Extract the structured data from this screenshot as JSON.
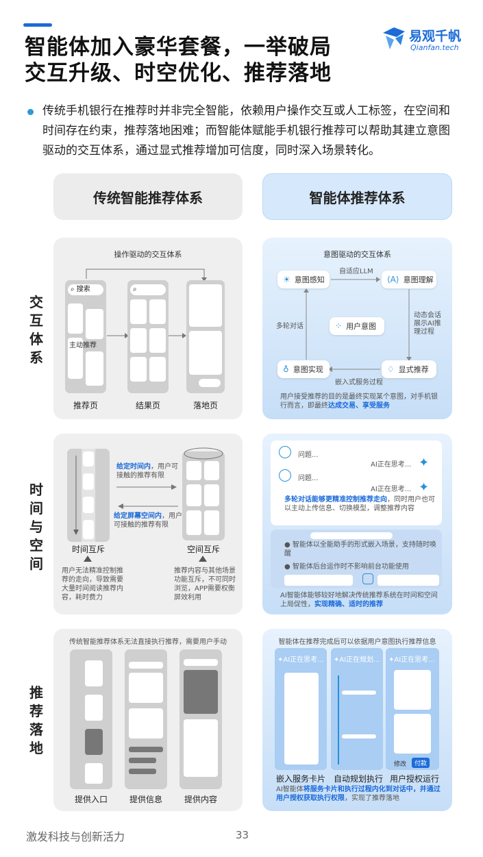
{
  "header": {
    "title_line1": "智能体加入豪华套餐，一举破局",
    "title_line2": "交互升级、时空优化、推荐落地",
    "logo_cn": "易观千帆",
    "logo_en": "Qianfan.tech"
  },
  "intro": "传统手机银行在推荐时并非完全智能，依赖用户操作交互或人工标签，在空间和时间存在约束，推荐落地困难；而智能体赋能手机银行推荐可以帮助其建立意图驱动的交互体系，通过显式推荐增加可信度，同时深入场景转化。",
  "columns": {
    "left": "传统智能推荐体系",
    "right": "智能体推荐体系"
  },
  "rows": {
    "interaction": "交互体系",
    "time_space": "时间与空间",
    "landing": "推荐落地"
  },
  "interaction_left": {
    "title": "操作驱动的交互体系",
    "search": "搜索",
    "active": "主动推荐",
    "pages": [
      "推荐页",
      "结果页",
      "落地页"
    ]
  },
  "interaction_right": {
    "title": "意图驱动的交互体系",
    "llm": "自适应LLM",
    "perceive": "意图感知",
    "understand": "意图理解",
    "user_intent": "用户意图",
    "multi_turn": "多轮对话",
    "dynamic": "动态会话展示AI推理过程",
    "realize": "意图实现",
    "explicit": "显式推荐",
    "embedded": "嵌入式服务过程",
    "note_prefix": "用户接受推荐的目的是最终实现某个意图，对手机银行而言，即最终",
    "note_bold": "达成交易、享受服务"
  },
  "time_left": {
    "arrow1_bold": "给定时间内",
    "arrow1_rest": "，用户可接触的推荐有限",
    "arrow2_bold": "给定屏幕空间内",
    "arrow2_rest": "，用户可接触的推荐有限",
    "time_label": "时间互斥",
    "space_label": "空间互斥",
    "time_desc": "用户无法精准控制推荐的走向，导致需要大量时间阅读推荐内容，耗时费力",
    "space_desc": "推荐内容与其他场景功能互斥，不可同时浏览，APP需要权衡屏效利用"
  },
  "time_right": {
    "q1": "问题...",
    "q2": "问题...",
    "thinking": "AI正在思考...",
    "chat_bold": "多轮对话能够更精准控制推荐走向",
    "chat_rest": "，同时用户也可以主动上传信息、切换模型，调整推荐内容",
    "bullet1": "智能体以全能助手的形式嵌入场景，支持随时唤醒",
    "bullet2": "智能体后台运作时不影响前台功能使用",
    "note_prefix": "AI智能体能够较好地解决传统推荐系统在时间和空间上局促性，",
    "note_bold": "实现精确、适时的推荐"
  },
  "landing_left": {
    "title": "传统智能推荐体系无法直接执行推荐，需要用户手动",
    "labels": [
      "提供入口",
      "提供信息",
      "提供内容"
    ]
  },
  "landing_right": {
    "title": "智能体在推荐完成后可以依据用户意图执行推荐信息",
    "thinking1": "AI正在思考...",
    "planning": "AI正在规划...",
    "thinking2": "AI正在思考...",
    "modify": "修改",
    "pay": "付款",
    "labels": [
      "嵌入服务卡片",
      "自动规划执行",
      "用户授权运行"
    ],
    "note_prefix": "AI智能体",
    "note_bold1": "将服务卡片和执行过程内化到对话中，并通过用户授权获取执行权限",
    "note_rest": "，实现了推荐落地"
  },
  "footer": {
    "slogan": "激发科技与创新活力",
    "page": "33"
  },
  "colors": {
    "accent": "#1c6bd8",
    "panel_grey": "#efefef",
    "panel_blue": "#d6e8fb"
  }
}
